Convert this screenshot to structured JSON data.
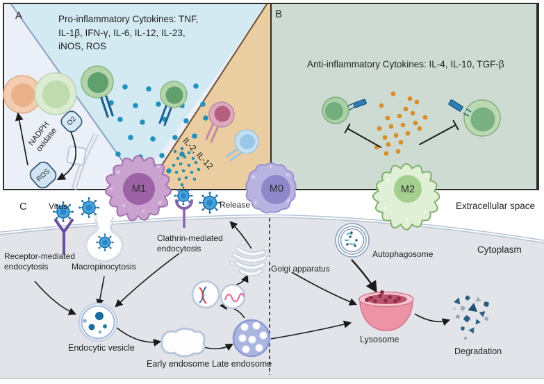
{
  "figure": {
    "panel_a": {
      "label": "A",
      "title": "Pro-inflammatory Cytokines: TNF,\nIL-1β, IFN-γ, IL-6, IL-12, IL-23,\niNOS, ROS",
      "nadph": "NADPH\noxidase",
      "o2": "O2",
      "ros": "ROS",
      "il2_il12": "IL-2, IL-12"
    },
    "panel_b": {
      "label": "B",
      "title": "Anti-inflammatory Cytokines: IL-4, IL-10, TGF-β"
    },
    "panel_c": {
      "label": "C",
      "virus": "Virus",
      "release": "Release",
      "receptor_mediated": "Receptor-mediated\nendocytosis",
      "macropinocytosis": "Macropinocytosis",
      "clathrin_mediated": "Clathrin-mediated\nendocytosis",
      "golgi": "Golgi apparatus",
      "autophagosome": "Autophagosome",
      "endocytic_vesicle": "Endocytic vesicle",
      "early_endosome": "Early endosome",
      "late_endosome": "Late endosome",
      "lysosome": "Lysosome",
      "degradation": "Degradation"
    },
    "cells": {
      "m0": "M0",
      "m1": "M1",
      "m2": "M2"
    },
    "regions": {
      "extracellular": "Extracellular space",
      "cytoplasm": "Cytoplasm"
    },
    "colors": {
      "panel_a_bg": "#eaeff8",
      "pro_triangle": "#d3eaf3",
      "orange_triangle": "#ebcda2",
      "panel_b_bg": "#cedbd3",
      "cytoplasm_bg": "#e3e4e9",
      "membrane": "#b3c1d4",
      "teal_dot": "#2191bd",
      "orange_dot": "#d78f2c",
      "m0_body": "#b9b3e2",
      "m0_nucleus": "#8f87c9",
      "m1_body": "#c9a2d0",
      "m1_nucleus": "#9d62a6",
      "m2_body": "#dff0d6",
      "m2_nucleus": "#a5ce90",
      "virus_blue": "#4aa3dd",
      "receptor_purple": "#6a4c9c",
      "receptor_blue": "#2e7fb5",
      "lysosome_pink": "#ec93a6",
      "late_endosome": "#aab5e0",
      "degradation_teal": "#2a5d7e"
    }
  }
}
